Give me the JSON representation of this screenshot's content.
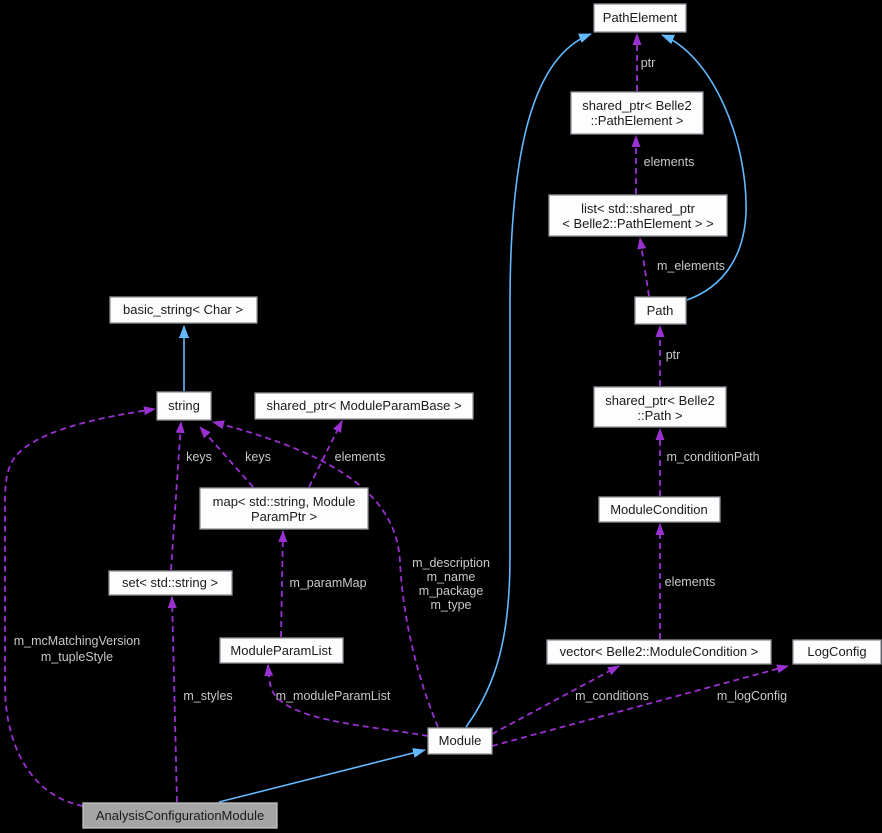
{
  "diagram": {
    "type": "class-collaboration-graph",
    "colors": {
      "background": "#000000",
      "node_fill": "#fdfdfd",
      "node_border": "#8f949b",
      "highlight_node_fill": "#a5a5a5",
      "inheritance_edge": "#63b8ff",
      "usage_edge": "#9b30d1",
      "edge_label_text": "#c8c8c8",
      "node_text": "#1a1a1a"
    },
    "nodes": [
      {
        "id": "PathElement",
        "lines": [
          "PathElement"
        ]
      },
      {
        "id": "shared_ptr_pathelement",
        "lines": [
          "shared_ptr< Belle2",
          "::PathElement >"
        ]
      },
      {
        "id": "list_shared_ptr_pathelement",
        "lines": [
          "list< std::shared_ptr",
          "< Belle2::PathElement > >"
        ]
      },
      {
        "id": "Path",
        "lines": [
          "Path"
        ]
      },
      {
        "id": "shared_ptr_path",
        "lines": [
          "shared_ptr< Belle2",
          "::Path >"
        ]
      },
      {
        "id": "ModuleCondition",
        "lines": [
          "ModuleCondition"
        ]
      },
      {
        "id": "vector_modulecondition",
        "lines": [
          "vector< Belle2::ModuleCondition >"
        ]
      },
      {
        "id": "LogConfig",
        "lines": [
          "LogConfig"
        ]
      },
      {
        "id": "basic_string_char",
        "lines": [
          "basic_string< Char >"
        ]
      },
      {
        "id": "string",
        "lines": [
          "string"
        ]
      },
      {
        "id": "shared_ptr_moduleparambase",
        "lines": [
          "shared_ptr< ModuleParamBase >"
        ]
      },
      {
        "id": "map_string_moduleparamptr",
        "lines": [
          "map< std::string, Module",
          "ParamPtr >"
        ]
      },
      {
        "id": "set_std_string",
        "lines": [
          "set< std::string >"
        ]
      },
      {
        "id": "ModuleParamList",
        "lines": [
          "ModuleParamList"
        ]
      },
      {
        "id": "Module",
        "lines": [
          "Module"
        ]
      },
      {
        "id": "AnalysisConfigurationModule",
        "lines": [
          "AnalysisConfigurationModule"
        ]
      }
    ],
    "edges": [
      {
        "from": "shared_ptr< Belle2::PathElement >",
        "to": "PathElement",
        "type": "usage",
        "label": "ptr"
      },
      {
        "from": "list< std::shared_ptr< Belle2::PathElement > >",
        "to": "shared_ptr< Belle2::PathElement >",
        "type": "usage",
        "label": "elements"
      },
      {
        "from": "Path",
        "to": "list< std::shared_ptr< Belle2::PathElement > >",
        "type": "usage",
        "label": "m_elements"
      },
      {
        "from": "shared_ptr< Belle2::Path >",
        "to": "Path",
        "type": "usage",
        "label": "ptr"
      },
      {
        "from": "ModuleCondition",
        "to": "shared_ptr< Belle2::Path >",
        "type": "usage",
        "label": "m_conditionPath"
      },
      {
        "from": "vector< Belle2::ModuleCondition >",
        "to": "ModuleCondition",
        "type": "usage",
        "label": "elements"
      },
      {
        "from": "Module",
        "to": "vector< Belle2::ModuleCondition >",
        "type": "usage",
        "label": "m_conditions"
      },
      {
        "from": "Module",
        "to": "LogConfig",
        "type": "usage",
        "label": "m_logConfig"
      },
      {
        "from": "Module",
        "to": "ModuleParamList",
        "type": "usage",
        "label": "m_moduleParamList"
      },
      {
        "from": "Module",
        "to": "string",
        "type": "usage",
        "label_lines": [
          "m_description",
          "m_name",
          "m_package",
          "m_type"
        ]
      },
      {
        "from": "map< std::string, ModuleParamPtr >",
        "to": "string",
        "type": "usage",
        "label": "keys"
      },
      {
        "from": "set< std::string >",
        "to": "string",
        "type": "usage",
        "label": "keys"
      },
      {
        "from": "map< std::string, ModuleParamPtr >",
        "to": "shared_ptr< ModuleParamBase >",
        "type": "usage",
        "label": "elements"
      },
      {
        "from": "ModuleParamList",
        "to": "map< std::string, ModuleParamPtr >",
        "type": "usage",
        "label": "m_paramMap"
      },
      {
        "from": "AnalysisConfigurationModule",
        "to": "set< std::string >",
        "type": "usage",
        "label": "m_styles"
      },
      {
        "from": "AnalysisConfigurationModule",
        "to": "string",
        "type": "usage",
        "label_lines": [
          "m_mcMatchingVersion",
          "m_tupleStyle"
        ]
      },
      {
        "from": "string",
        "to": "basic_string< Char >",
        "type": "inheritance"
      },
      {
        "from": "AnalysisConfigurationModule",
        "to": "Module",
        "type": "inheritance"
      },
      {
        "from": "Module",
        "to": "PathElement",
        "type": "inheritance"
      },
      {
        "from": "Path",
        "to": "PathElement",
        "type": "inheritance"
      }
    ]
  }
}
